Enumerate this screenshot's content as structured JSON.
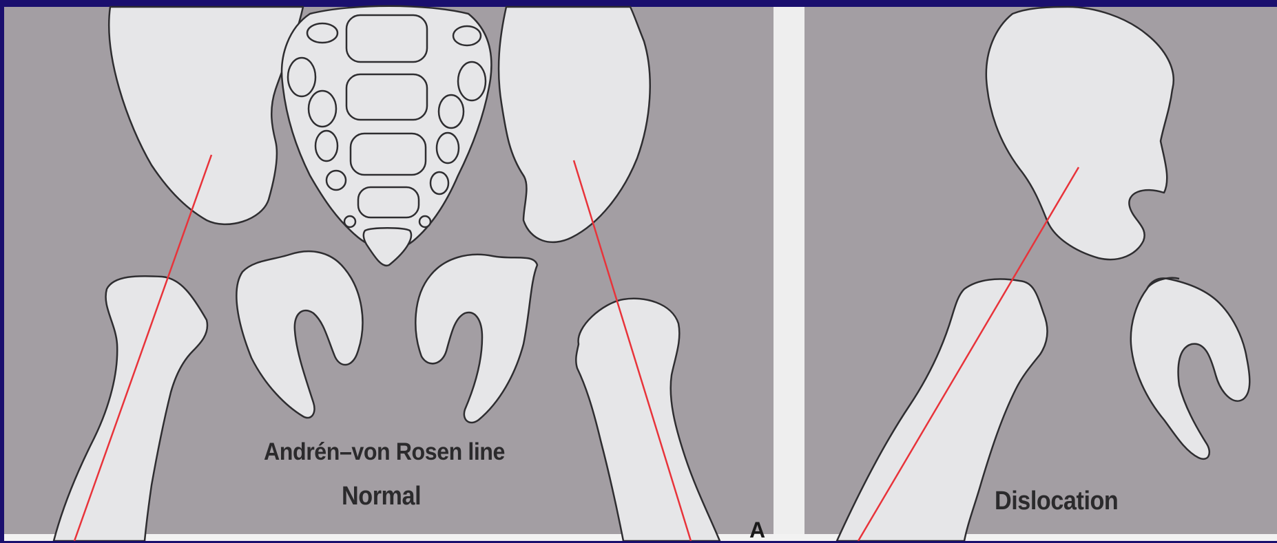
{
  "figure": {
    "caption_line": "Andrén–von Rosen line",
    "caption_normal": "Normal",
    "caption_dislocation": "Dislocation",
    "panel_letter": "A"
  },
  "colors": {
    "background": "#a39ea3",
    "bone": "#e6e6e8",
    "outline": "#2e2d30",
    "reference_line": "#e8333a",
    "separator": "#eeeeee",
    "frame": "#1a0f6e"
  }
}
